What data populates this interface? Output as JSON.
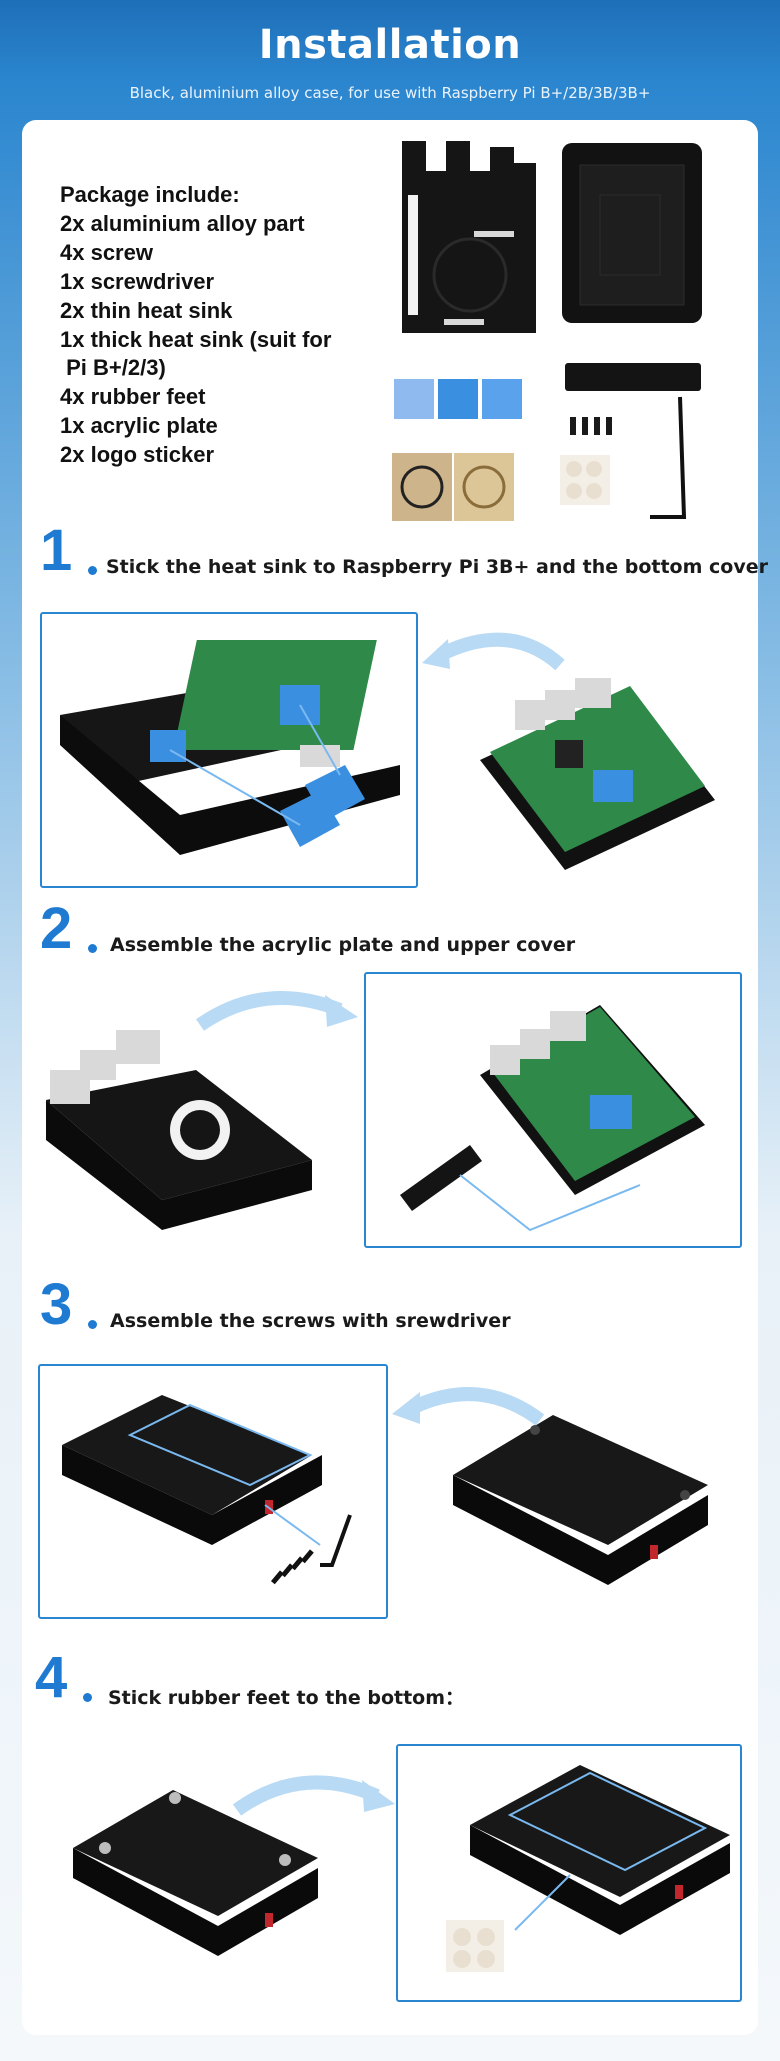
{
  "header": {
    "title": "Installation",
    "subtitle": "Black, aluminium alloy  case, for use with Raspberry Pi B+/2B/3B/3B+"
  },
  "package": {
    "title": "Package include:",
    "items": [
      "2x aluminium alloy part",
      "4x screw",
      "1x screwdriver",
      "2x thin heat sink",
      "1x thick heat sink (suit for",
      " Pi B+/2/3)",
      "4x rubber feet",
      "1x acrylic plate",
      "2x logo sticker"
    ]
  },
  "steps": [
    {
      "number": "1",
      "text": "Stick the heat sink to Raspberry Pi 3B+ and the bottom cover"
    },
    {
      "number": "2",
      "text": "Assemble the acrylic plate and upper cover"
    },
    {
      "number": "3",
      "text": "Assemble the screws with srewdriver"
    },
    {
      "number": "4",
      "text": "Stick rubber feet to the bottom："
    }
  ],
  "colors": {
    "accent": "#1f7ad1",
    "frame": "#2a86d1",
    "heatsink": "#3b8fe0",
    "case": "#141414",
    "board": "#2f8a4a"
  }
}
